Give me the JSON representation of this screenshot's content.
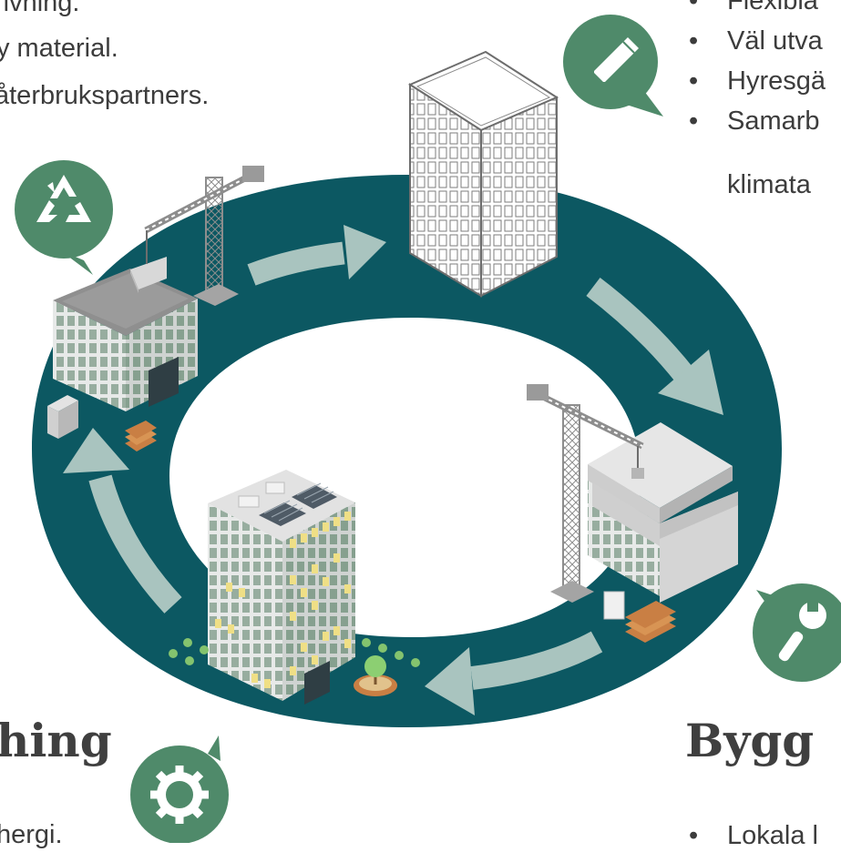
{
  "left_top_text": {
    "line1": "rivning.",
    "line2": "y material.",
    "line3": "återbrukspartners."
  },
  "right_top_bullets": [
    "Flexibla",
    "Väl utva",
    "Hyresgä",
    "Samarb"
  ],
  "right_top_continuation": "klimata",
  "headings": {
    "left": "hing",
    "right": "Bygg"
  },
  "bottom_left_text": "hergi.",
  "bottom_right_bullet": "Lokala l",
  "icons": [
    "pencil-icon",
    "recycle-icon",
    "wrench-icon",
    "gear-icon"
  ],
  "colors": {
    "ring": "#0c5862",
    "arrow": "#a9c4bf",
    "icon_bubble": "#4f8a6a",
    "window_green": "#97ad9f",
    "window_yellow": "#efdf86",
    "facade": "#e7e9e8"
  }
}
